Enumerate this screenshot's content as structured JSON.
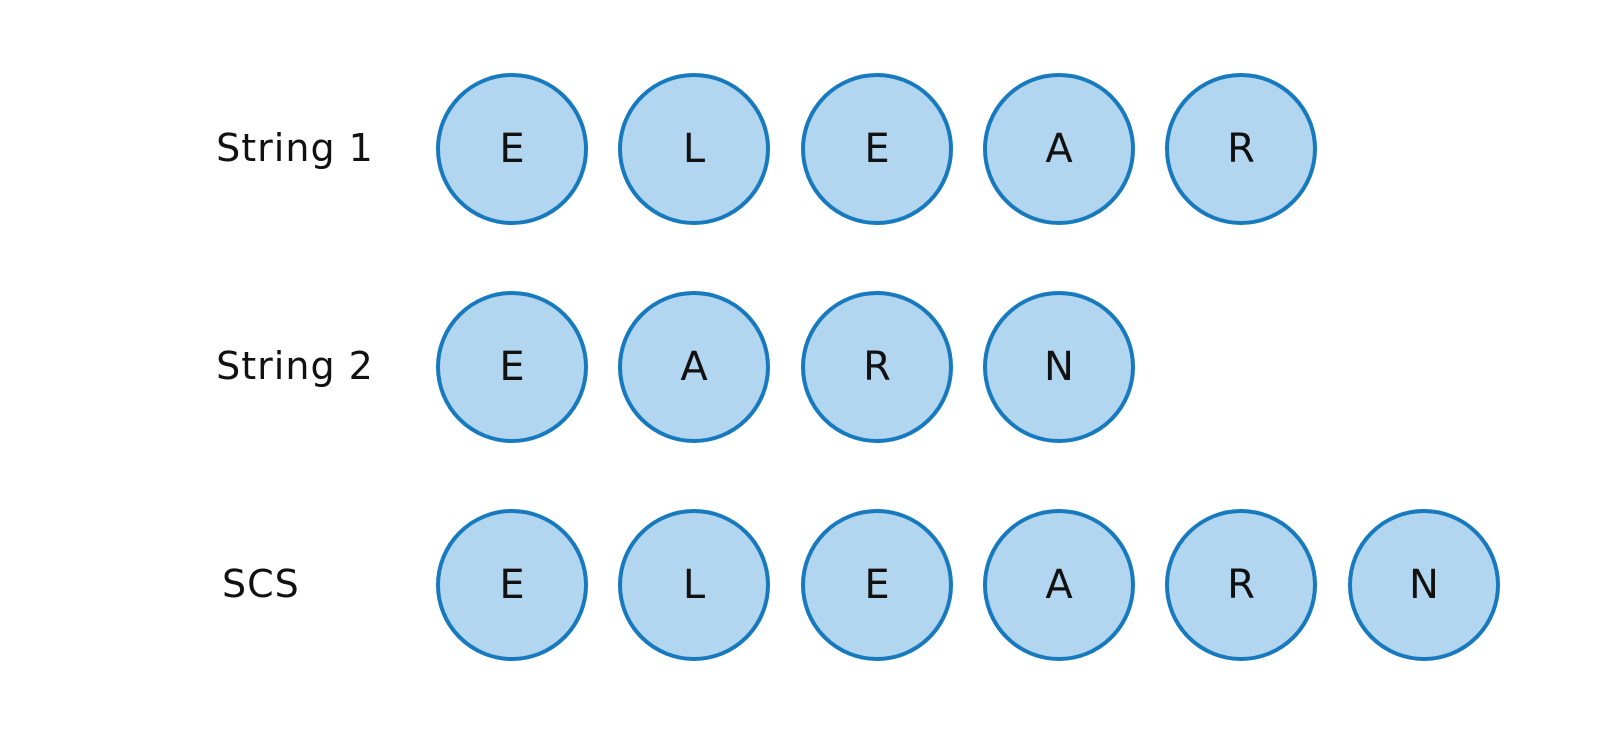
{
  "rows": [
    {
      "label": "String 1",
      "chars": [
        "E",
        "L",
        "E",
        "A",
        "R"
      ]
    },
    {
      "label": "String 2",
      "chars": [
        "E",
        "A",
        "R",
        "N"
      ]
    },
    {
      "label": "SCS",
      "chars": [
        "E",
        "L",
        "E",
        "A",
        "R",
        "N"
      ]
    }
  ],
  "colors": {
    "circle_fill": "#b3d6f0",
    "circle_border": "#1779be",
    "text": "#111111",
    "background": "#ffffff"
  }
}
